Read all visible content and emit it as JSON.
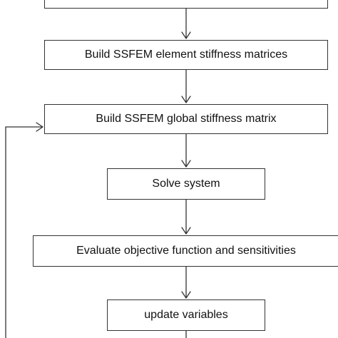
{
  "flowchart": {
    "steps": {
      "top": "",
      "element_stiffness": "Build SSFEM element stiffness matrices",
      "global_stiffness": "Build SSFEM global stiffness matrix",
      "solve": "Solve system",
      "evaluate": "Evaluate objective function and sensitivities",
      "update": "update variables"
    }
  }
}
